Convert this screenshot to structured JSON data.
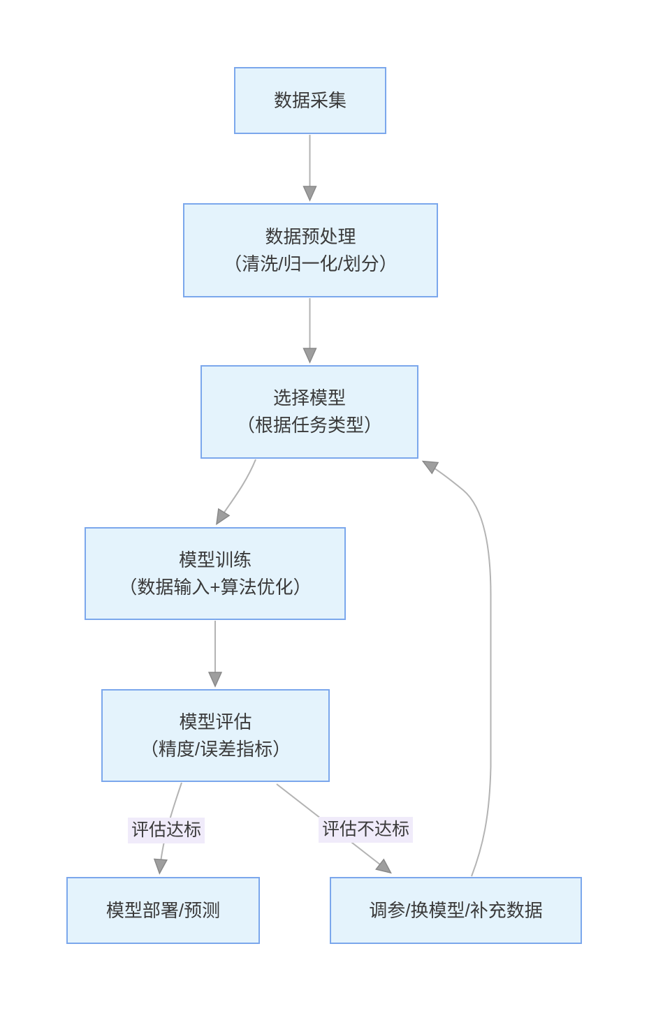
{
  "diagram": {
    "type": "flowchart",
    "nodes": {
      "collect": {
        "label": "数据采集"
      },
      "preprocess": {
        "line1": "数据预处理",
        "line2": "（清洗/归一化/划分）"
      },
      "select": {
        "line1": "选择模型",
        "line2": "（根据任务类型）"
      },
      "train": {
        "line1": "模型训练",
        "line2": "（数据输入+算法优化）"
      },
      "evaluate": {
        "line1": "模型评估",
        "line2": "（精度/误差指标）"
      },
      "deploy": {
        "label": "模型部署/预测"
      },
      "tune": {
        "label": "调参/换模型/补充数据"
      }
    },
    "edge_labels": {
      "pass": "评估达标",
      "fail": "评估不达标"
    },
    "edges": [
      {
        "from": "数据采集",
        "to": "数据预处理",
        "label": ""
      },
      {
        "from": "数据预处理",
        "to": "选择模型",
        "label": ""
      },
      {
        "from": "选择模型",
        "to": "模型训练",
        "label": ""
      },
      {
        "from": "模型训练",
        "to": "模型评估",
        "label": ""
      },
      {
        "from": "模型评估",
        "to": "模型部署/预测",
        "label": "评估达标"
      },
      {
        "from": "模型评估",
        "to": "调参/换模型/补充数据",
        "label": "评估不达标"
      },
      {
        "from": "调参/换模型/补充数据",
        "to": "选择模型",
        "label": ""
      }
    ],
    "colors": {
      "node_fill": "#E4F3FC",
      "node_border": "#7BA7EC",
      "edge_line": "#B3B3B3",
      "arrowhead": "#9E9E9E",
      "edge_label_bg": "#F0EBFA",
      "text": "#3A3A3A",
      "background": "#FFFFFF"
    }
  }
}
